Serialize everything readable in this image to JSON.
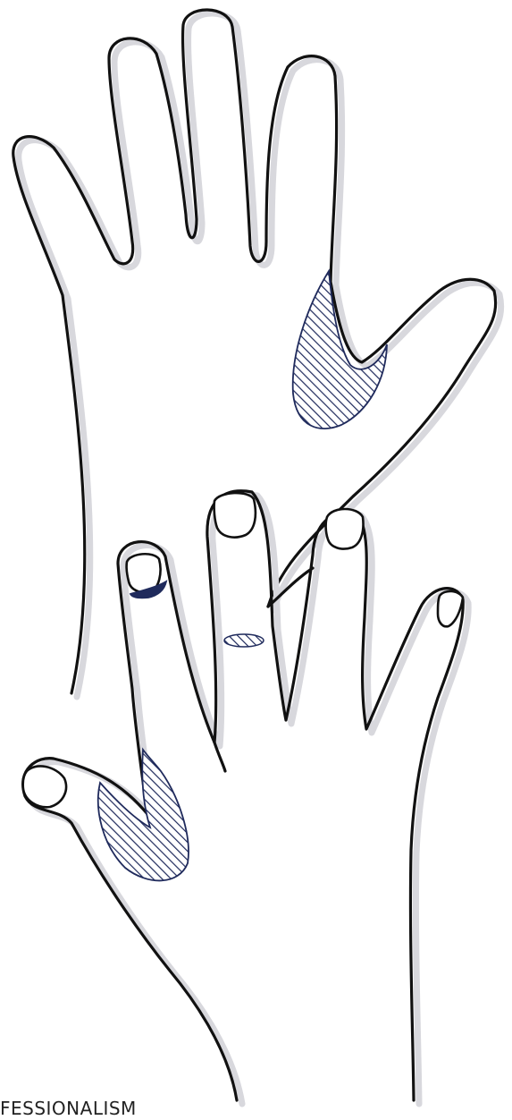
{
  "caption": "FESSIONALISM",
  "colors": {
    "outline": "#111111",
    "shadow": "#d8d8dd",
    "highlight": "#1f2a5c",
    "background": "#ffffff"
  },
  "figures": [
    {
      "name": "upper-hand",
      "view": "palm"
    },
    {
      "name": "lower-hand",
      "view": "back"
    }
  ]
}
